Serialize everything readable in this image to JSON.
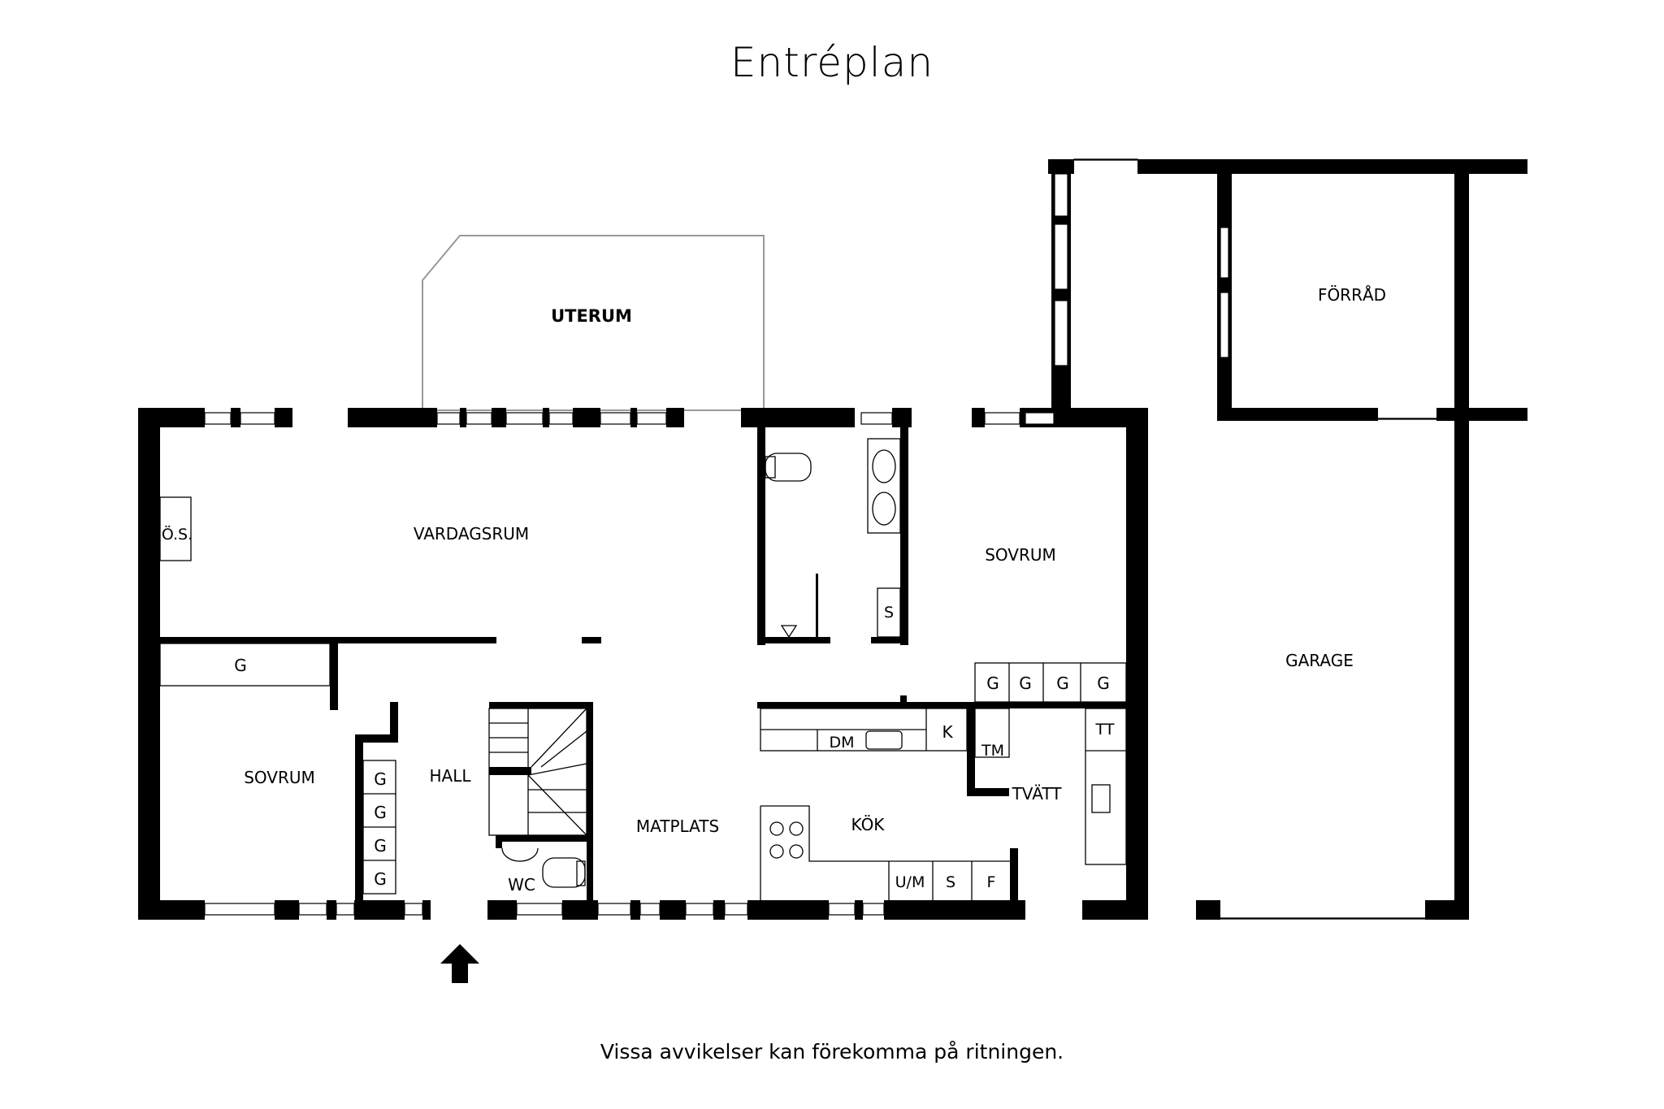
{
  "title": "Entréplan",
  "disclaimer": "Vissa avvikelser kan förekomma på ritningen.",
  "rooms": {
    "uterum": "UTERUM",
    "vardagsrum": "VARDAGSRUM",
    "sovrum_left": "SOVRUM",
    "sovrum_right": "SOVRUM",
    "hall": "HALL",
    "matplats": "MATPLATS",
    "kok": "KÖK",
    "tvatt": "TVÄTT",
    "wc": "WC",
    "garage": "GARAGE",
    "forrad": "FÖRRÅD"
  },
  "fixtures": {
    "os": "Ö.S.",
    "g": "G",
    "s": "S",
    "dm": "DM",
    "k": "K",
    "tm": "TM",
    "tt": "TT",
    "um": "U/M",
    "f": "F"
  },
  "icons": {
    "entrance": "entrance-arrow-icon"
  }
}
